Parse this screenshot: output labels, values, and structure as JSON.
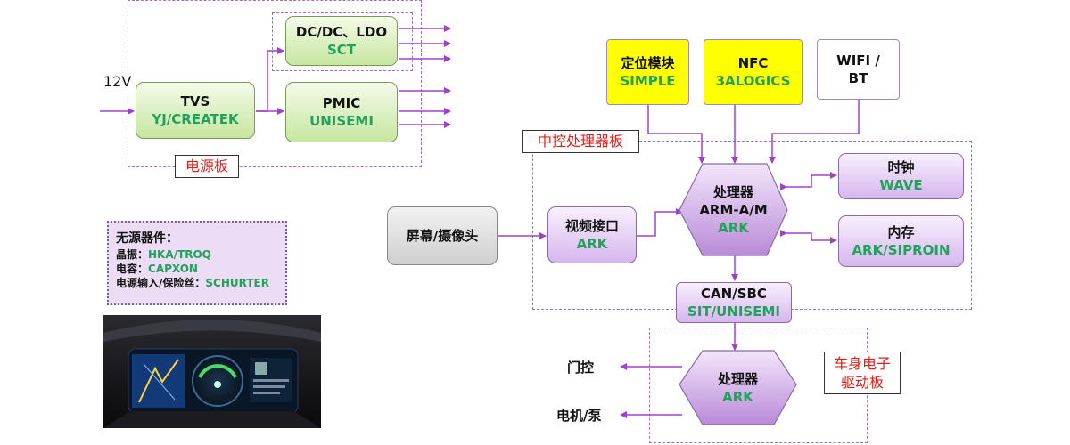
{
  "power_board": {
    "label": "电源板",
    "input_label": "12V",
    "tvs": {
      "name": "TVS",
      "vendor": "YJ/CREATEK"
    },
    "dcdc": {
      "name": "DC/DC、LDO",
      "vendor": "SCT"
    },
    "pmic": {
      "name": "PMIC",
      "vendor": "UNISEMI"
    }
  },
  "passive_parts": {
    "title": "无源器件：",
    "items": [
      {
        "label": "晶振：",
        "vendor": "HKA/TROQ"
      },
      {
        "label": "电容：",
        "vendor": "CAPXON"
      },
      {
        "label": "电源输入/保险丝：",
        "vendor": "SCHURTER"
      }
    ]
  },
  "top_modules": {
    "positioning": {
      "name": "定位模块",
      "vendor": "SIMPLE"
    },
    "nfc": {
      "name": "NFC",
      "vendor": "3ALOGICS"
    },
    "wifi": {
      "name": "WIFI /",
      "name2": "BT"
    }
  },
  "control_board": {
    "label": "中控处理器板",
    "processor": {
      "name": "处理器",
      "model": "ARM-A/M",
      "vendor": "ARK"
    },
    "clock": {
      "name": "时钟",
      "vendor": "WAVE"
    },
    "memory": {
      "name": "内存",
      "vendor": "ARK/SIPROIN"
    },
    "video": {
      "name": "视频接口",
      "vendor": "ARK"
    },
    "can": {
      "name": "CAN/SBC",
      "vendor": "SIT/UNISEMI"
    }
  },
  "screen": {
    "name": "屏幕/摄像头"
  },
  "body_board": {
    "label_line1": "车身电子",
    "label_line2": "驱动板",
    "processor": {
      "name": "处理器",
      "vendor": "ARK"
    },
    "door": "门控",
    "motor": "电机/泵"
  },
  "colors": {
    "vendor_green": "#1fa35a",
    "label_red": "#e0201a",
    "arrow_purple": "#a040d0",
    "border_dash": "#a070c8"
  }
}
